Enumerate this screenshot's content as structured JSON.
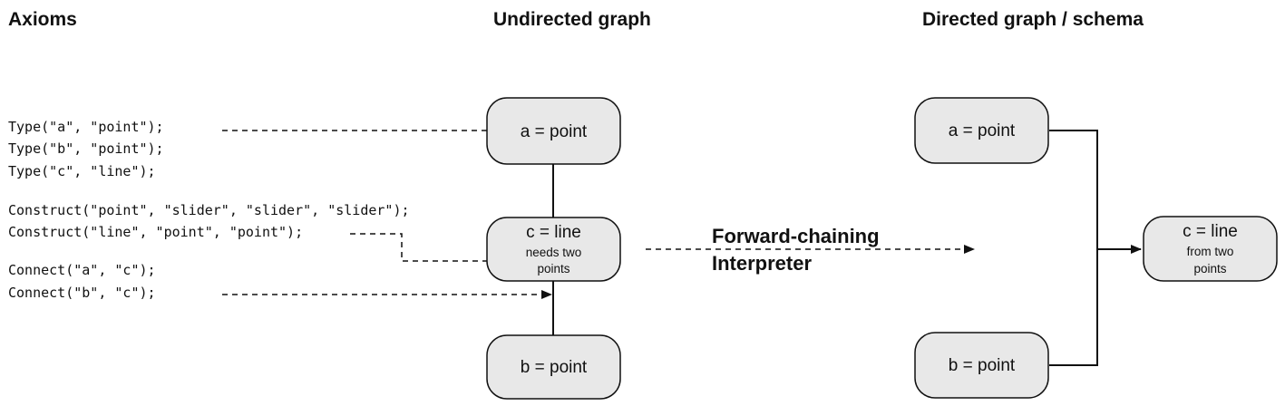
{
  "headings": {
    "axioms": "Axioms",
    "undirected": "Undirected graph",
    "directed": "Directed graph / schema"
  },
  "axioms": [
    "Type(\"a\", \"point\");",
    "Type(\"b\", \"point\");",
    "Type(\"c\", \"line\");",
    "Construct(\"point\", \"slider\", \"slider\", \"slider\");",
    "Construct(\"line\", \"point\", \"point\");",
    "Connect(\"a\", \"c\");",
    "Connect(\"b\", \"c\");"
  ],
  "undirected": {
    "a": {
      "label": "a = point"
    },
    "c": {
      "label": "c = line",
      "sub1": "needs two",
      "sub2": "points"
    },
    "b": {
      "label": "b = point"
    }
  },
  "directed": {
    "a": {
      "label": "a = point"
    },
    "c": {
      "label": "c = line",
      "sub1": "from two",
      "sub2": "points"
    },
    "b": {
      "label": "b = point"
    }
  },
  "interpreter": {
    "line1": "Forward-chaining",
    "line2": "Interpreter"
  },
  "colors": {
    "node_fill": "#e8e8e8",
    "stroke": "#111111",
    "background": "#ffffff"
  }
}
